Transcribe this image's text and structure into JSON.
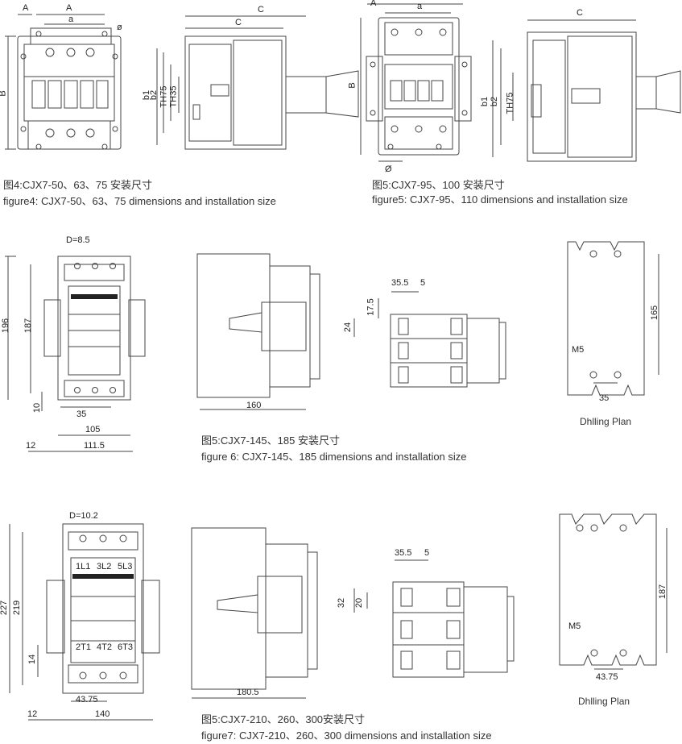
{
  "captions": {
    "fig4_cn": "图4:CJX7-50、63、75 安装尺寸",
    "fig4_en": "figure4: CJX7-50、63、75 dimensions and installation size",
    "fig5_cn": "图5:CJX7-95、100 安装尺寸",
    "fig5_en": "figure5: CJX7-95、110 dimensions and installation size",
    "fig6_cn": "图5:CJX7-145、185 安装尺寸",
    "fig6_en": "figure 6: CJX7-145、185 dimensions and installation size",
    "fig7_cn": "图5:CJX7-210、260、300安装尺寸",
    "fig7_en": "figure7: CJX7-210、260、300 dimensions and installation size"
  },
  "drilling_plan_label": "Dhlling Plan",
  "fig4": {
    "dim_A_top": "A",
    "dim_A_left": "A",
    "dim_a": "a",
    "dim_phi": "ø",
    "dim_B": "B",
    "dim_C_outer": "C",
    "dim_C_inner": "C",
    "dim_b1": "b1",
    "dim_b2": "b2",
    "dim_TH75": "TH75",
    "dim_TH35": "TH35"
  },
  "fig5": {
    "dim_A": "A",
    "dim_a": "a",
    "dim_B": "B",
    "dim_phi": "Ø",
    "dim_C": "C",
    "dim_b1": "b1",
    "dim_b2": "b2",
    "dim_TH75": "TH75"
  },
  "fig6": {
    "dim_D": "D=8.5",
    "dim_196": "196",
    "dim_187": "187",
    "dim_10": "10",
    "dim_35": "35",
    "dim_105": "105",
    "dim_12": "12",
    "dim_111_5": "111.5",
    "dim_160": "160",
    "dim_35_5": "35.5",
    "dim_5": "5",
    "dim_17_5": "17.5",
    "dim_24": "24",
    "dim_165": "165",
    "dim_M5": "M5",
    "dim_35_plan": "35"
  },
  "fig7": {
    "dim_D": "D=10.2",
    "dim_227": "227",
    "dim_219": "219",
    "dim_14": "14",
    "dim_43_75": "43.75",
    "dim_12": "12",
    "dim_140": "140",
    "dim_180_5": "180.5",
    "dim_35_5": "35.5",
    "dim_5": "5",
    "dim_32": "32",
    "dim_20": "20",
    "dim_187": "187",
    "dim_M5": "M5",
    "dim_43_75_plan": "43.75",
    "terminals_top": [
      "1L1",
      "3L2",
      "5L3"
    ],
    "terminals_bottom": [
      "2T1",
      "4T2",
      "6T3"
    ]
  }
}
